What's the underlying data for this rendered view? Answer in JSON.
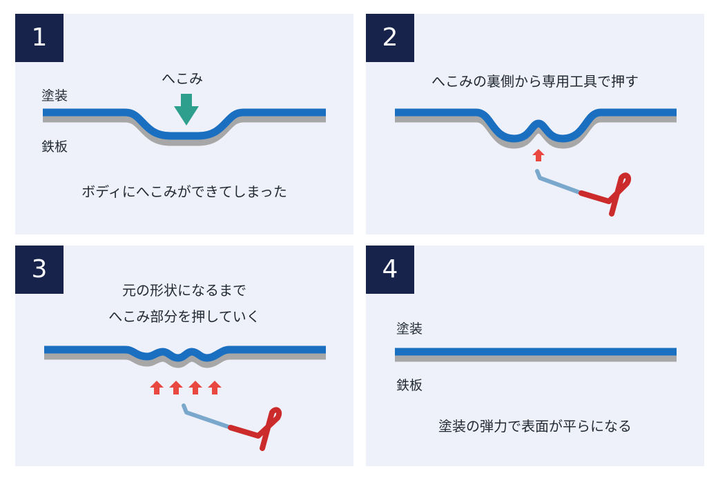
{
  "colors": {
    "panel_bg": "#eef1f9",
    "badge_bg": "#17234a",
    "paint": "#1a6fc0",
    "steel": "#a7a7a7",
    "arrow_green": "#2e9e8d",
    "arrow_red": "#e8483f",
    "tool_rod": "#7aa7cc",
    "tool_handle": "#cc2b2b"
  },
  "panels": [
    {
      "step": "1",
      "label_paint": "塗装",
      "label_steel": "鉄板",
      "dent_label": "へこみ",
      "caption": "ボディにへこみができてしまった"
    },
    {
      "step": "2",
      "caption": "へこみの裏側から専用工具で押す"
    },
    {
      "step": "3",
      "caption_line1": "元の形状になるまで",
      "caption_line2": "へこみ部分を押していく"
    },
    {
      "step": "4",
      "label_paint": "塗装",
      "label_steel": "鉄板",
      "caption": "塗装の弾力で表面が平らになる"
    }
  ]
}
